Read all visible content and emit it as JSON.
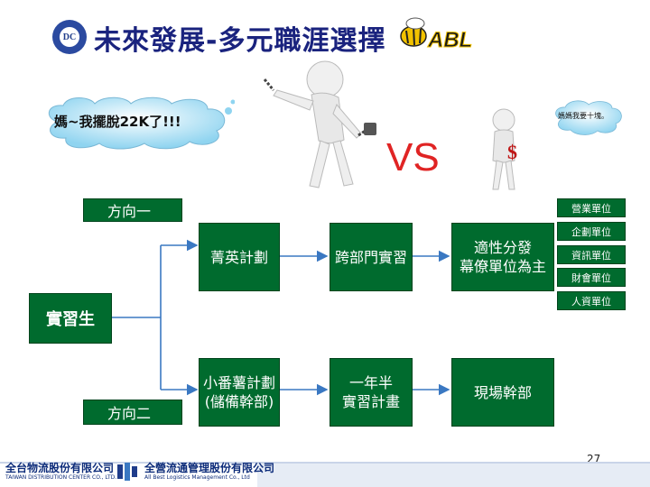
{
  "title": "未來發展-多元職涯選擇",
  "logo": {
    "left_text": "DC",
    "brand": "ABL"
  },
  "thought_left": "媽~我擺脫22K了!!!",
  "thought_right": "媽媽我要十塊。",
  "vs": "VS",
  "dollar": "$",
  "direction_1": "方向一",
  "direction_2": "方向二",
  "intern": "實習生",
  "path_1": {
    "step1": "菁英計劃",
    "step2": "跨部門實習",
    "step3_line1": "適性分發",
    "step3_line2": "幕僚單位為主"
  },
  "path_2": {
    "step1_line1": "小番薯計劃",
    "step1_line2": "(儲備幹部)",
    "step2_line1": "一年半",
    "step2_line2": "實習計畫",
    "step3": "現場幹部"
  },
  "units": [
    "營業單位",
    "企劃單位",
    "資訊單位",
    "財會單位",
    "人資單位"
  ],
  "page_number": "27",
  "footer": {
    "company_1": "全台物流股份有限公司",
    "company_1_en": "TAIWAN DISTRIBUTION CENTER CO., LTD.",
    "company_2": "全營流通管理股份有限公司",
    "company_2_en": "All Best Logistics Management Co., Ltd"
  },
  "colors": {
    "box_green": "#006b2e",
    "title_blue": "#1a237e",
    "vs_red": "#e02424"
  }
}
